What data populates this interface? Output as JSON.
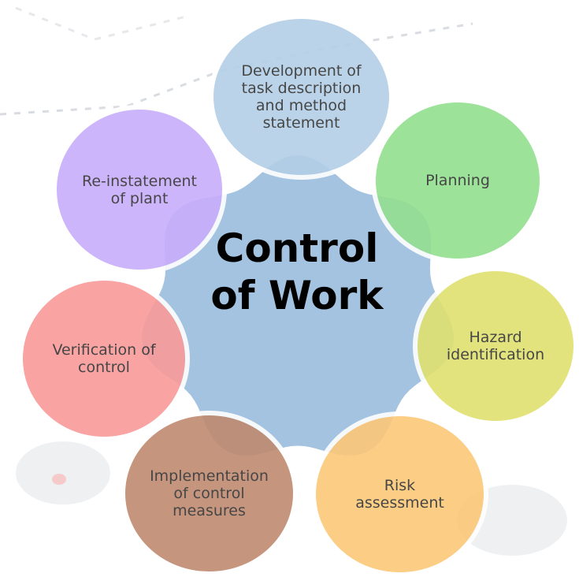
{
  "diagram": {
    "center": {
      "line1": "Control",
      "line2": "of Work",
      "color": "#a4c3e1"
    },
    "steps": [
      {
        "id": "development",
        "lines": [
          "Development of",
          "task description",
          "and method",
          "statement"
        ],
        "color": "#b3cfe6"
      },
      {
        "id": "planning",
        "lines": [
          "Planning"
        ],
        "color": "#93df8f"
      },
      {
        "id": "hazard",
        "lines": [
          "Hazard",
          "identification"
        ],
        "color": "#dfe16f"
      },
      {
        "id": "risk",
        "lines": [
          "Risk",
          "assessment"
        ],
        "color": "#fcc877"
      },
      {
        "id": "implementation",
        "lines": [
          "Implementation",
          "of control",
          "measures"
        ],
        "color": "#bf8a70"
      },
      {
        "id": "verification",
        "lines": [
          "Verification of",
          "control"
        ],
        "color": "#f99a9a"
      },
      {
        "id": "reinstatement",
        "lines": [
          "Re-instatement",
          "of plant"
        ],
        "color": "#c8adfb"
      }
    ]
  }
}
